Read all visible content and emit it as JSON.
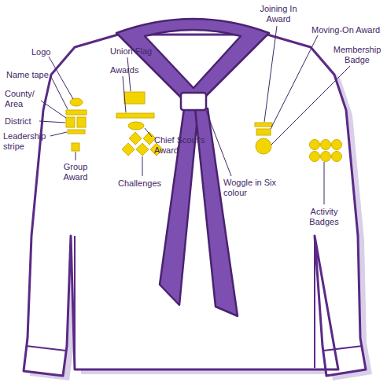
{
  "diagram": {
    "labels": [
      "Logo",
      "Name tape",
      "County/ Area",
      "District",
      "Leadership stripe",
      "Group Award",
      "Union Flag",
      "Awards",
      "Chief Scout's Award",
      "Challenges",
      "Woggle in Six colour",
      "Joining In Award",
      "Moving-On Award",
      "Membership Badge",
      "Activity Badges"
    ]
  }
}
